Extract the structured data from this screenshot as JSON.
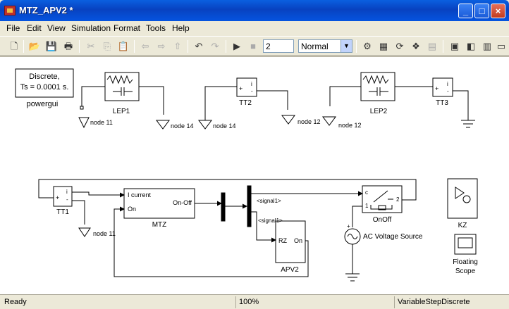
{
  "window": {
    "title": "MTZ_APV2 *"
  },
  "menu": [
    "File",
    "Edit",
    "View",
    "Simulation",
    "Format",
    "Tools",
    "Help"
  ],
  "toolbar": {
    "stop_time": "2",
    "sim_mode": "Normal"
  },
  "blocks": {
    "powergui_line1": "Discrete,",
    "powergui_line2": "Ts = 0.0001 s.",
    "powergui": "powergui",
    "lep1": "LEP1",
    "tt2": "TT2",
    "lep2": "LEP2",
    "tt3": "TT3",
    "tt1": "TT1",
    "mtz": "MTZ",
    "mtz_in1": "I current",
    "mtz_in2": "On",
    "mtz_out": "On-Off",
    "apv2": "APV2",
    "apv2_in": "RZ",
    "apv2_out": "On",
    "onoff": "OnOff",
    "ac_source": "AC Voltage Source",
    "kz": "KZ",
    "floating_scope_l1": "Floating",
    "floating_scope_l2": "Scope",
    "signal1_a": "<signal1>",
    "signal1_b": "<signal1>"
  },
  "nodes": [
    "node 11",
    "node 14",
    "node 14",
    "node 12",
    "node 12",
    "node 11"
  ],
  "status": {
    "state": "Ready",
    "zoom": "100%",
    "solver": "VariableStepDiscrete"
  }
}
